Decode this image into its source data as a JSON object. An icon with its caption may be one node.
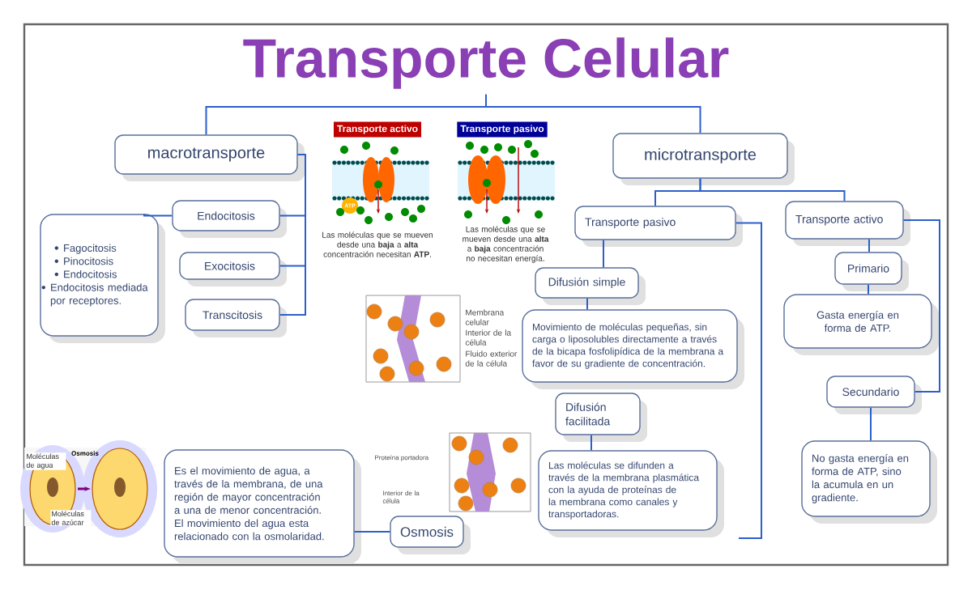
{
  "diagram": {
    "nodes": [
      {
        "text": [
          "Transporte Celular"
        ]
      },
      {
        "text": [
          "macrotransporte"
        ]
      },
      {
        "text": [
          "Endocitosis"
        ]
      },
      {
        "text": [
          "Fagocitosis",
          "Pinocitosis",
          "Endocitosis",
          "Endocitosis mediada por receptores."
        ]
      },
      {
        "text": [
          "Exocitosis"
        ]
      },
      {
        "text": [
          "Transcitosis"
        ]
      },
      {
        "text": [
          "microtransporte"
        ]
      },
      {
        "text": [
          "Transporte pasivo"
        ]
      },
      {
        "text": [
          "Transporte activo"
        ]
      },
      {
        "text": [
          "Difusión simple"
        ]
      },
      {
        "text": [
          "Movimiento de moléculas pequeñas, sin carga o liposolubles directamente a través de la bicapa fosfolipídica de la membrana a favor de su gradiente de concentración."
        ]
      },
      {
        "text": [
          "Difusión facilitada"
        ]
      },
      {
        "text": [
          "Las moléculas se difunden a través de la membrana plasmática con la ayuda de proteínas de la membrana como canales y transportadoras."
        ]
      },
      {
        "text": [
          "Osmosis"
        ]
      },
      {
        "text": [
          "Es el movimiento de agua, a través de la membrana, de una región de mayor concentración a una de menor concentración. El movimiento del agua esta relacionado con la osmolaridad."
        ]
      },
      {
        "text": [
          "Primario"
        ]
      },
      {
        "text": [
          "Gasta energía en forma de ATP."
        ]
      },
      {
        "text": [
          "Secundario"
        ]
      },
      {
        "text": [
          "No gasta energía en forma de ATP, sino la acumula en un gradiente."
        ]
      }
    ],
    "edges": [
      {
        "from": 0,
        "to": 1,
        "arrow": "none"
      },
      {
        "from": 0,
        "to": 6,
        "arrow": "none"
      },
      {
        "from": 1,
        "to": 2,
        "arrow": "none"
      },
      {
        "from": 1,
        "to": 4,
        "arrow": "none"
      },
      {
        "from": 1,
        "to": 5,
        "arrow": "none"
      },
      {
        "from": 2,
        "to": 3,
        "arrow": "none"
      },
      {
        "from": 6,
        "to": 7,
        "arrow": "none"
      },
      {
        "from": 6,
        "to": 8,
        "arrow": "none"
      },
      {
        "from": 7,
        "to": 9,
        "arrow": "none"
      },
      {
        "from": 9,
        "to": 10,
        "arrow": "none"
      },
      {
        "from": 7,
        "to": null,
        "arrow": "none"
      },
      {
        "from": 11,
        "to": 12,
        "arrow": "none"
      },
      {
        "from": 13,
        "to": 14,
        "arrow": "none"
      },
      {
        "from": 8,
        "to": 15,
        "arrow": "none"
      },
      {
        "from": 15,
        "to": 16,
        "arrow": "none"
      },
      {
        "from": 8,
        "to": 17,
        "arrow": "none"
      },
      {
        "from": 17,
        "to": 18,
        "arrow": "none"
      }
    ],
    "labels": [
      "Transporte activo",
      "ATP",
      "Transporte pasivo",
      "Las moléculas que se mueven desde una **baja** a **alta** concentración necesitan **ATP**.",
      "Las moléculas que se mueven desde una **alta** a **baja** concentración no necesitan energía.",
      "Membrana celular",
      "Interior de la célula",
      "Fluido exterior de la célula",
      "Osmosis",
      "Moléculas de agua",
      "Moléculas de azúcar",
      "Proteína portadora",
      "Interior de la célula"
    ]
  }
}
